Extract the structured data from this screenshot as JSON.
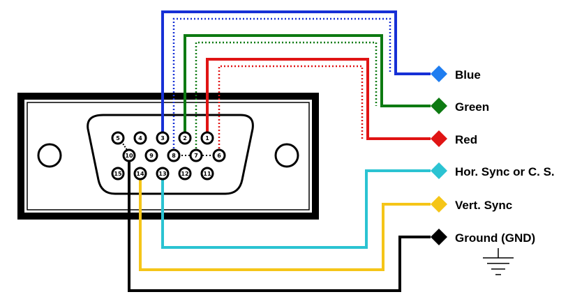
{
  "connector": {
    "pins": [
      {
        "number": "1"
      },
      {
        "number": "2"
      },
      {
        "number": "3"
      },
      {
        "number": "4"
      },
      {
        "number": "5"
      },
      {
        "number": "6"
      },
      {
        "number": "7"
      },
      {
        "number": "8"
      },
      {
        "number": "9"
      },
      {
        "number": "10"
      },
      {
        "number": "11"
      },
      {
        "number": "12"
      },
      {
        "number": "13"
      },
      {
        "number": "14"
      },
      {
        "number": "15"
      }
    ]
  },
  "signals": [
    {
      "label": "Blue",
      "color": "#1730d6"
    },
    {
      "label": "Green",
      "color": "#0d7a12"
    },
    {
      "label": "Red",
      "color": "#e01414"
    },
    {
      "label": "Hor. Sync or C. S.",
      "color": "#2bc3d2"
    },
    {
      "label": "Vert. Sync",
      "color": "#f5c518"
    },
    {
      "label": "Ground (GND)",
      "color": "#000000"
    }
  ],
  "icons": {
    "ground": "ground-symbol-icon",
    "terminal": "diamond-terminal-icon",
    "mount_hole": "mounting-hole-icon"
  }
}
